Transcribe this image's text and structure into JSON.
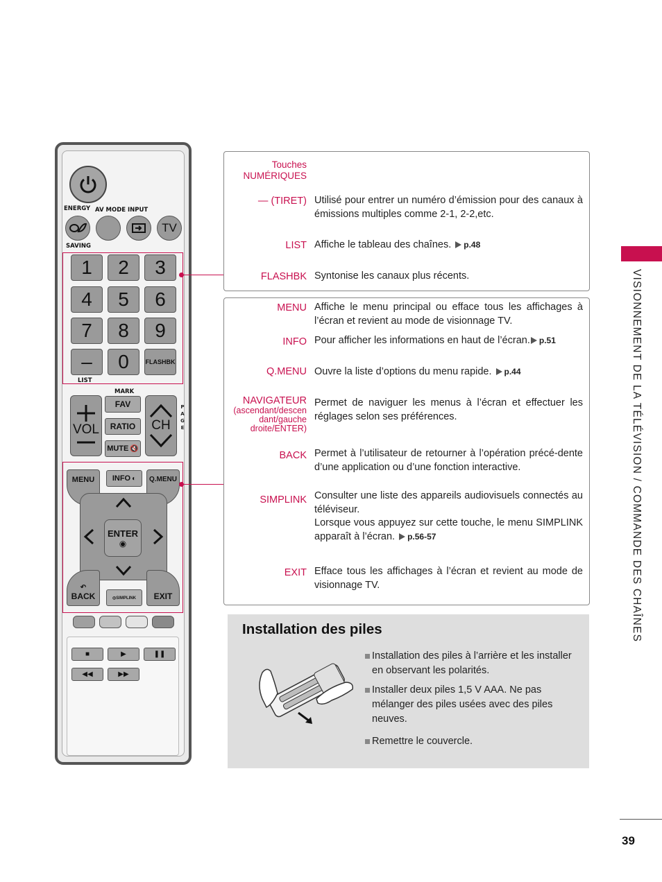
{
  "remote": {
    "top_labels": {
      "energy": "ENERGY",
      "av_mode": "AV MODE",
      "input": "INPUT",
      "saving": "SAVING",
      "tv": "TV"
    },
    "digits": [
      "1",
      "2",
      "3",
      "4",
      "5",
      "6",
      "7",
      "8",
      "9",
      "–",
      "0"
    ],
    "flashbk": "FLASHBK",
    "list": "LIST",
    "mark": "MARK",
    "vol": "VOL",
    "ch": "CH",
    "fav": "FAV",
    "ratio": "RATIO",
    "mute": "MUTE",
    "page": [
      "P",
      "A",
      "G",
      "E"
    ],
    "menu": "MENU",
    "info": "INFO",
    "qmenu": "Q.MENU",
    "enter": "ENTER",
    "back": "BACK",
    "exit": "EXIT",
    "accent": "#c8104f"
  },
  "box1": {
    "items": [
      {
        "key": "Touches NUMÉRIQUES",
        "key_lines": [
          "Touches",
          "NUMÉRIQUES"
        ],
        "desc": ""
      },
      {
        "key": "— (TIRET)",
        "desc": "Utilisé pour entrer un numéro d’émission pour des canaux à émissions multiples comme 2-1, 2-2,etc."
      },
      {
        "key": "LIST",
        "desc": "Affiche le tableau des chaînes.",
        "ref": "p.48"
      },
      {
        "key": "FLASHBK",
        "desc": "Syntonise les canaux plus récents."
      }
    ]
  },
  "box2": {
    "items": [
      {
        "key": "MENU",
        "desc": "Affiche le menu principal ou efface tous les affichages à l’écran et revient au mode de visionnage TV."
      },
      {
        "key": "INFO",
        "desc": "Pour afficher les informations en haut de l’écran.",
        "ref": "p.51"
      },
      {
        "key": "Q.MENU",
        "desc": "Ouvre la liste d’options du menu rapide.",
        "ref": "p.44"
      },
      {
        "key": "NAVIGATEUR",
        "sub": [
          "(ascendant/descen",
          "dant/gauche",
          "droite/ENTER)"
        ],
        "desc": "Permet de naviguer les menus à l’écran et effectuer les réglages selon ses préférences."
      },
      {
        "key": "BACK",
        "desc": "Permet à l’utilisateur de retourner à l’opération précé-dente d’une application ou d’une fonction interactive."
      },
      {
        "key": "SIMPLINK",
        "desc": "Consulter une liste des appareils audiovisuels connectés au téléviseur.",
        "desc2": "Lorsque vous appuyez sur cette touche, le menu SIMPLINK apparaît à l’écran.",
        "ref": "p.56-57"
      },
      {
        "key": "EXIT",
        "desc": "Efface tous les affichages à l’écran et revient au mode de visionnage TV."
      }
    ]
  },
  "batteries": {
    "title": "Installation des piles",
    "bullets": [
      "Installation des piles à l’arrière et les installer en observant les polarités.",
      "Installer deux piles 1,5 V AAA. Ne pas mélanger des piles usées avec des piles neuves.",
      "Remettre le couvercle."
    ]
  },
  "side_title": "VISIONNEMENT DE LA TÉLÉVISION / COMMANDE DES CHAÎNES",
  "page_number": "39"
}
